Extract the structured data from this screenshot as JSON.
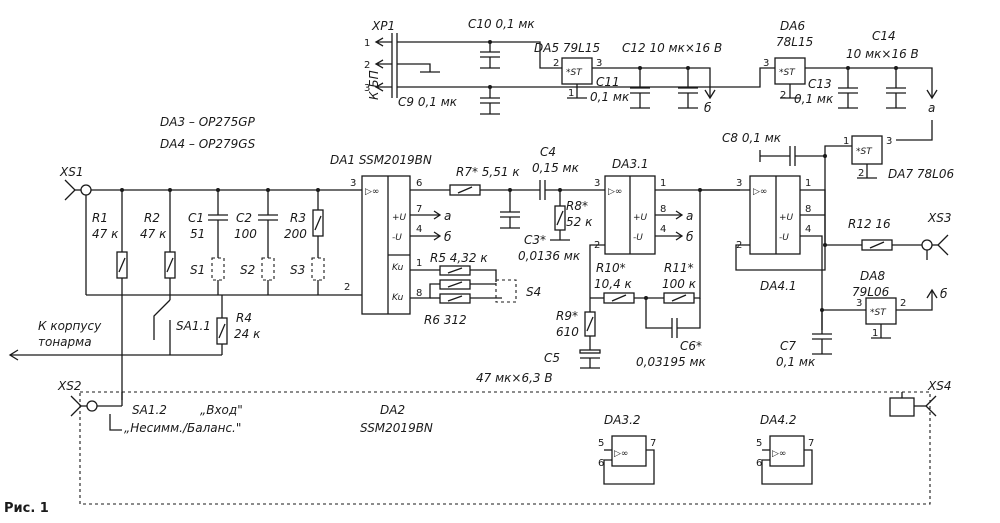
{
  "figure_label": "Рис. 1",
  "ic_notes": [
    "DA3 – OP275GP",
    "DA4 – OP279GS"
  ],
  "connectors": {
    "xp1": "XP1",
    "kbp": "К БП",
    "xs1": "XS1",
    "xs2": "XS2",
    "xs3": "XS3",
    "xs4": "XS4",
    "xp1_pins": [
      "1",
      "2",
      "3"
    ]
  },
  "components": {
    "c10": "C10 0,1 мк",
    "c9": "C9 0,1 мк",
    "da5": "DA5 79L15",
    "c12": "C12 10 мк×16 В",
    "c11": "C11",
    "c11v": "0,1 мк",
    "da6": "DA6",
    "da6v": "78L15",
    "c14": "C14",
    "c14v": "10 мк×16 В",
    "c13": "C13",
    "c13v": "0,1 мк",
    "c8": "C8 0,1 мк",
    "da7": "DA7 78L06",
    "da1": "DA1 SSM2019BN",
    "r7": "R7* 5,51 к",
    "c4": "C4",
    "c4v": "0,15 мк",
    "r8": "R8*",
    "r8v": "52 к",
    "c3": "C3*",
    "c3v": "0,0136 мк",
    "da31": "DA3.1",
    "da41": "DA4.1",
    "r12": "R12 16",
    "r1": "R1",
    "r1v": "47 к",
    "r2": "R2",
    "r2v": "47 к",
    "c1": "C1",
    "c1v": "51",
    "c2": "C2",
    "c2v": "100",
    "r3": "R3",
    "r3v": "200",
    "s1": "S1",
    "s2": "S2",
    "s3": "S3",
    "s4": "S4",
    "r5": "R5 4,32 к",
    "r6": "R6 312",
    "r10": "R10*",
    "r10v": "10,4 к",
    "r11": "R11*",
    "r11v": "100 к",
    "r9": "R9*",
    "r9v": "610",
    "c5": "C5",
    "c5v": "47 мк×6,3 В",
    "c6": "C6*",
    "c6v": "0,03195 мк",
    "da8": "DA8",
    "da8v": "79L06",
    "c7": "C7",
    "c7v": "0,1 мк",
    "r4": "R4",
    "r4v": "24 к",
    "sa11": "SA1.1",
    "tonearm": "К корпусу",
    "tonearm2": "тонарма",
    "sa12": "SA1.2",
    "sa12a": "„Вход\"",
    "sa12b": "„Несимм./Баланс.\"",
    "da2": "DA2",
    "da2v": "SSM2019BN",
    "da32": "DA3.2",
    "da42": "DA4.2"
  },
  "symbols": {
    "st": "*ST",
    "opamp": "▷∞",
    "plus_u": "+U",
    "minus_u": "-U",
    "ku": "Ku",
    "rail_a": "а",
    "rail_b": "б"
  },
  "pins": {
    "da1": [
      "3",
      "6",
      "7",
      "4",
      "2",
      "1",
      "8"
    ],
    "da31": [
      "3",
      "1",
      "2",
      "8",
      "4"
    ],
    "da41": [
      "3",
      "1",
      "2",
      "8",
      "4"
    ],
    "reg": [
      "1",
      "2",
      "3"
    ],
    "da32": [
      "5",
      "6",
      "7"
    ],
    "da42": [
      "5",
      "6",
      "7"
    ]
  }
}
